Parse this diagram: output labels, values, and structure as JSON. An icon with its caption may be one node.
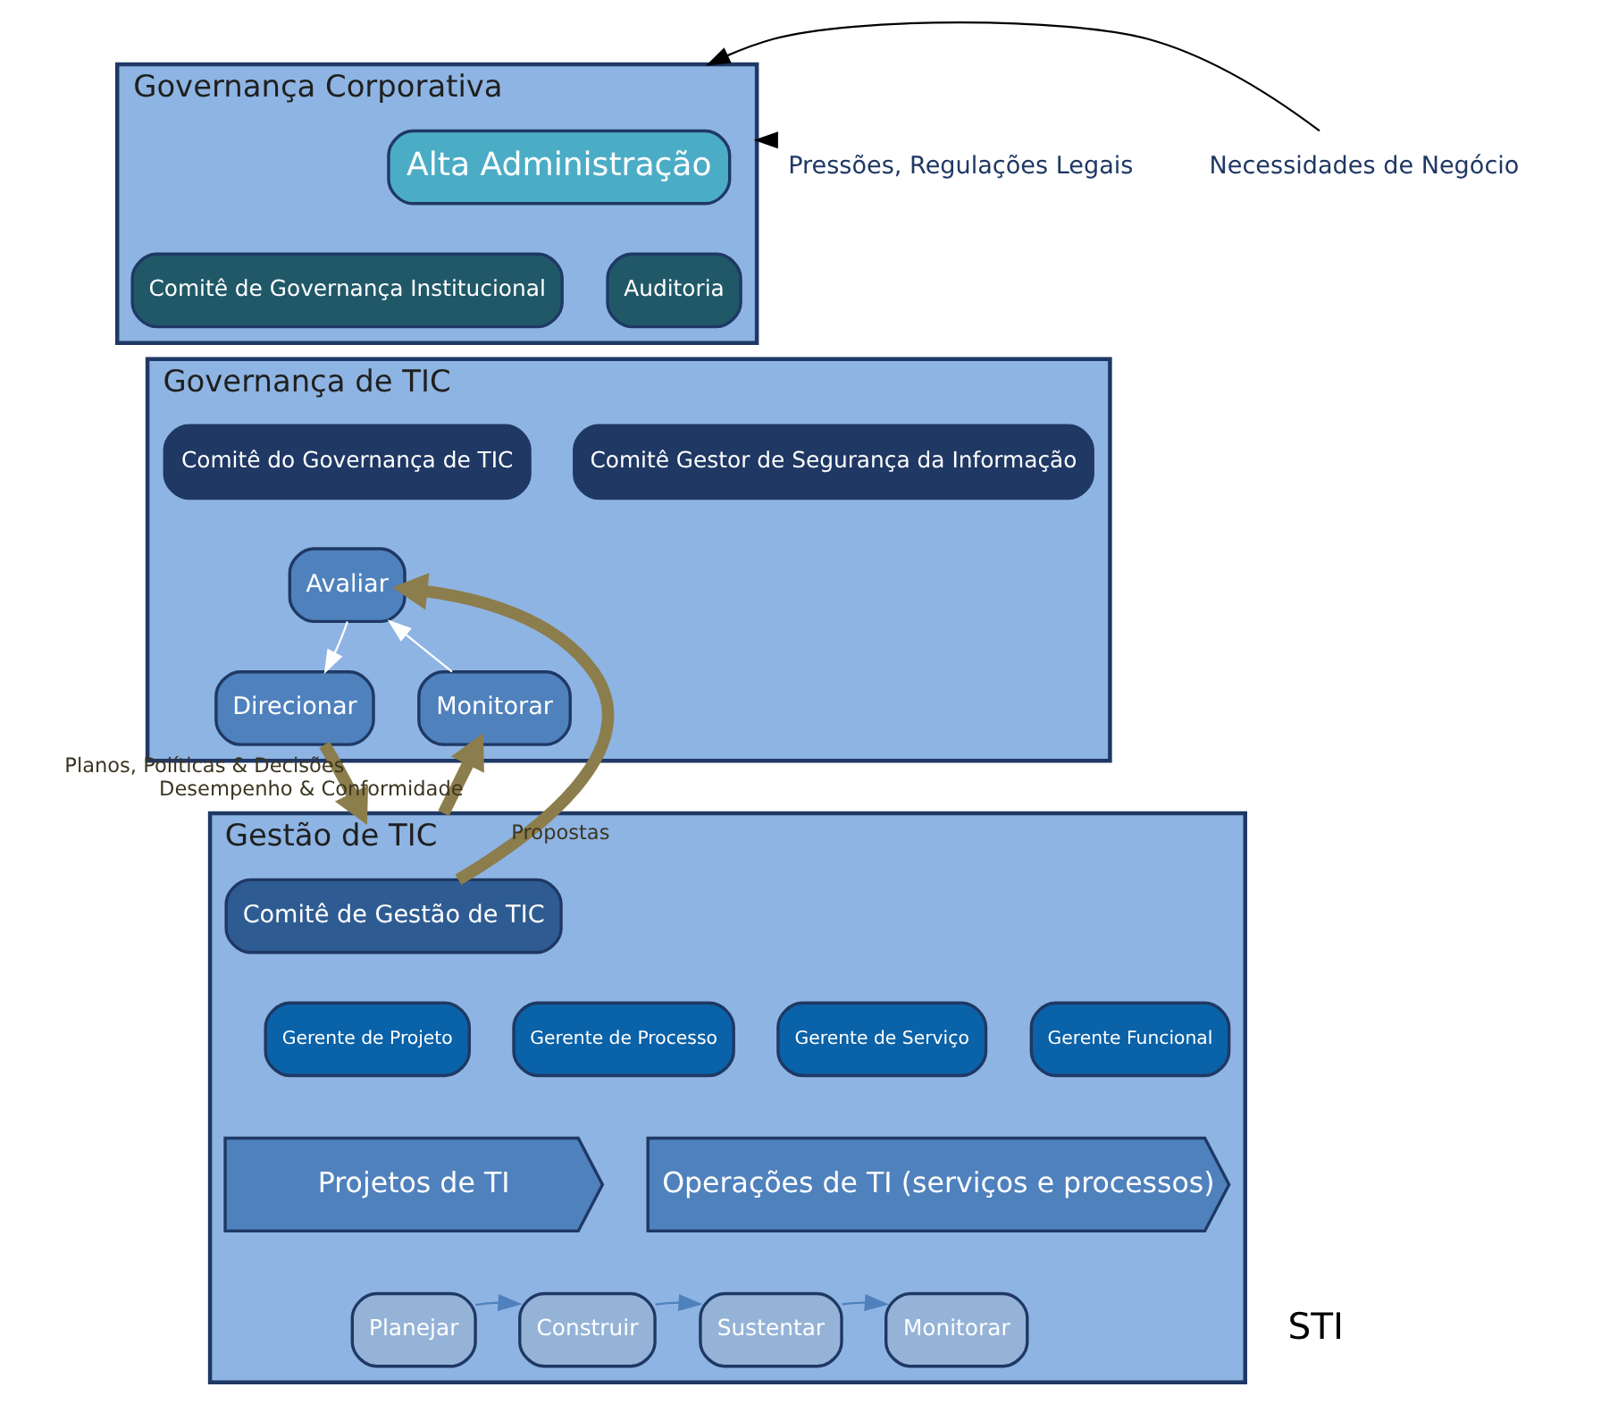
{
  "diagram": {
    "nodes": [
      {
        "text": [
          "Governança Corporativa"
        ]
      },
      {
        "text": [
          "Alta Administração"
        ],
        "in": 0
      },
      {
        "text": [
          "Comitê de Governança Institucional"
        ],
        "in": 0
      },
      {
        "text": [
          "Auditoria"
        ],
        "in": 0
      },
      {
        "text": [
          "Governança de TIC"
        ]
      },
      {
        "text": [
          "Comitê do Governança de TIC"
        ],
        "in": 4
      },
      {
        "text": [
          "Comitê Gestor de Segurança da Informação"
        ],
        "in": 4
      },
      {
        "text": [
          "Avaliar"
        ],
        "in": 4
      },
      {
        "text": [
          "Direcionar"
        ],
        "in": 4
      },
      {
        "text": [
          "Monitorar"
        ],
        "in": 4
      },
      {
        "text": [
          "Gestão de TIC"
        ]
      },
      {
        "text": [
          "Comitê de Gestão de TIC"
        ],
        "in": 10
      },
      {
        "text": [
          "Gerente de Projeto"
        ],
        "in": 10
      },
      {
        "text": [
          "Gerente de Processo"
        ],
        "in": 10
      },
      {
        "text": [
          "Gerente de Serviço"
        ],
        "in": 10
      },
      {
        "text": [
          "Gerente Funcional"
        ],
        "in": 10
      },
      {
        "text": [
          "Projetos de TI"
        ],
        "in": 10
      },
      {
        "text": [
          "Operações de TI (serviços e processos)"
        ],
        "in": 10
      },
      {
        "text": [
          "Planejar"
        ],
        "in": 10
      },
      {
        "text": [
          "Construir"
        ],
        "in": 10
      },
      {
        "text": [
          "Sustentar"
        ],
        "in": 10
      },
      {
        "text": [
          "Monitorar"
        ],
        "in": 10
      },
      {
        "text": [
          "Pressões, Regulações Legais"
        ]
      },
      {
        "text": [
          "Necessidades de Negócio"
        ]
      }
    ],
    "edges": [
      {
        "from": 22,
        "to": 0,
        "arrow": "to",
        "color": "#000000"
      },
      {
        "from": 23,
        "to": 0,
        "arrow": "to",
        "color": "#000000"
      },
      {
        "from": 7,
        "to": 8,
        "arrow": "to",
        "color": "#ffffff"
      },
      {
        "from": 9,
        "to": 7,
        "arrow": "to",
        "color": "#ffffff"
      },
      {
        "from": 8,
        "to": 10,
        "arrow": "to",
        "label": "Planos, Políticas & Decisões",
        "style": "thick",
        "color": "#8c7d4c"
      },
      {
        "from": 11,
        "to": 7,
        "arrow": "to",
        "label": "Propostas",
        "style": "thick",
        "color": "#8c7d4c"
      },
      {
        "from": 10,
        "to": 9,
        "arrow": "to",
        "label": "Desempenho & Conformidade",
        "style": "thick",
        "color": "#8c7d4c"
      },
      {
        "from": 18,
        "to": 19,
        "arrow": "to",
        "color": "#4f81bd"
      },
      {
        "from": 19,
        "to": 20,
        "arrow": "to",
        "color": "#4f81bd"
      },
      {
        "from": 20,
        "to": 21,
        "arrow": "to",
        "color": "#4f81bd"
      }
    ],
    "labels": [
      "STI"
    ]
  }
}
